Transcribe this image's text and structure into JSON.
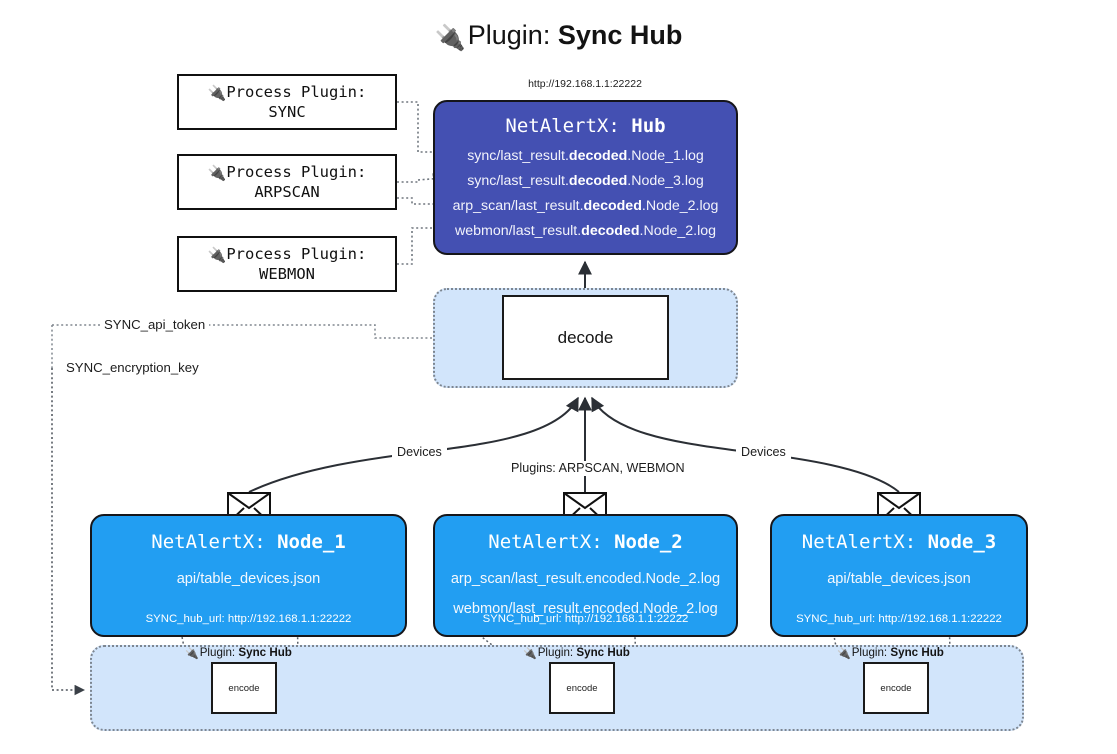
{
  "diagram": {
    "title_prefix": "Plugin:",
    "title_name": "Sync Hub",
    "plug_icon": "🔌"
  },
  "process_plugins": [
    {
      "header": "Process Plugin:",
      "name": "SYNC"
    },
    {
      "header": "Process Plugin:",
      "name": "ARPSCAN"
    },
    {
      "header": "Process Plugin:",
      "name": "WEBMON"
    }
  ],
  "hub": {
    "url": "http://192.168.1.1:22222",
    "title_prefix": "NetAlertX:",
    "title_name": "Hub",
    "logs": [
      {
        "pre": "sync/last_result.",
        "mid": "decoded",
        "post": ".Node_1.log"
      },
      {
        "pre": "sync/last_result.",
        "mid": "decoded",
        "post": ".Node_3.log"
      },
      {
        "pre": "arp_scan/last_result.",
        "mid": "decoded",
        "post": ".Node_2.log"
      },
      {
        "pre": "webmon/last_result.",
        "mid": "decoded",
        "post": ".Node_2.log"
      }
    ]
  },
  "decode": {
    "label": "decode"
  },
  "tokens": {
    "api_token": "SYNC_api_token",
    "encryption_key": "SYNC_encryption_key"
  },
  "edge_labels": {
    "devices_left": "Devices",
    "devices_right": "Devices",
    "plugins_center": "Plugins: ARPSCAN, WEBMON"
  },
  "nodes": [
    {
      "title_prefix": "NetAlertX:",
      "title_name": "Node_1",
      "files": [
        "api/table_devices.json"
      ],
      "hub_url_label": "SYNC_hub_url: http://192.168.1.1:22222"
    },
    {
      "title_prefix": "NetAlertX:",
      "title_name": "Node_2",
      "files": [
        "arp_scan/last_result.encoded.Node_2.log",
        "webmon/last_result.encoded.Node_2.log"
      ],
      "hub_url_label": "SYNC_hub_url: http://192.168.1.1:22222"
    },
    {
      "title_prefix": "NetAlertX:",
      "title_name": "Node_3",
      "files": [
        "api/table_devices.json"
      ],
      "hub_url_label": "SYNC_hub_url: http://192.168.1.1:22222"
    }
  ],
  "encoders": [
    {
      "caption_prefix": "Plugin:",
      "caption_name": "Sync Hub",
      "label": "encode"
    },
    {
      "caption_prefix": "Plugin:",
      "caption_name": "Sync Hub",
      "label": "encode"
    },
    {
      "caption_prefix": "Plugin:",
      "caption_name": "Sync Hub",
      "label": "encode"
    }
  ],
  "colors": {
    "hub_fill": "#4450b2",
    "node_fill": "#229ef2",
    "group_fill": "#d2e5fb",
    "stroke": "#16161a",
    "dotted": "#7d8691"
  }
}
